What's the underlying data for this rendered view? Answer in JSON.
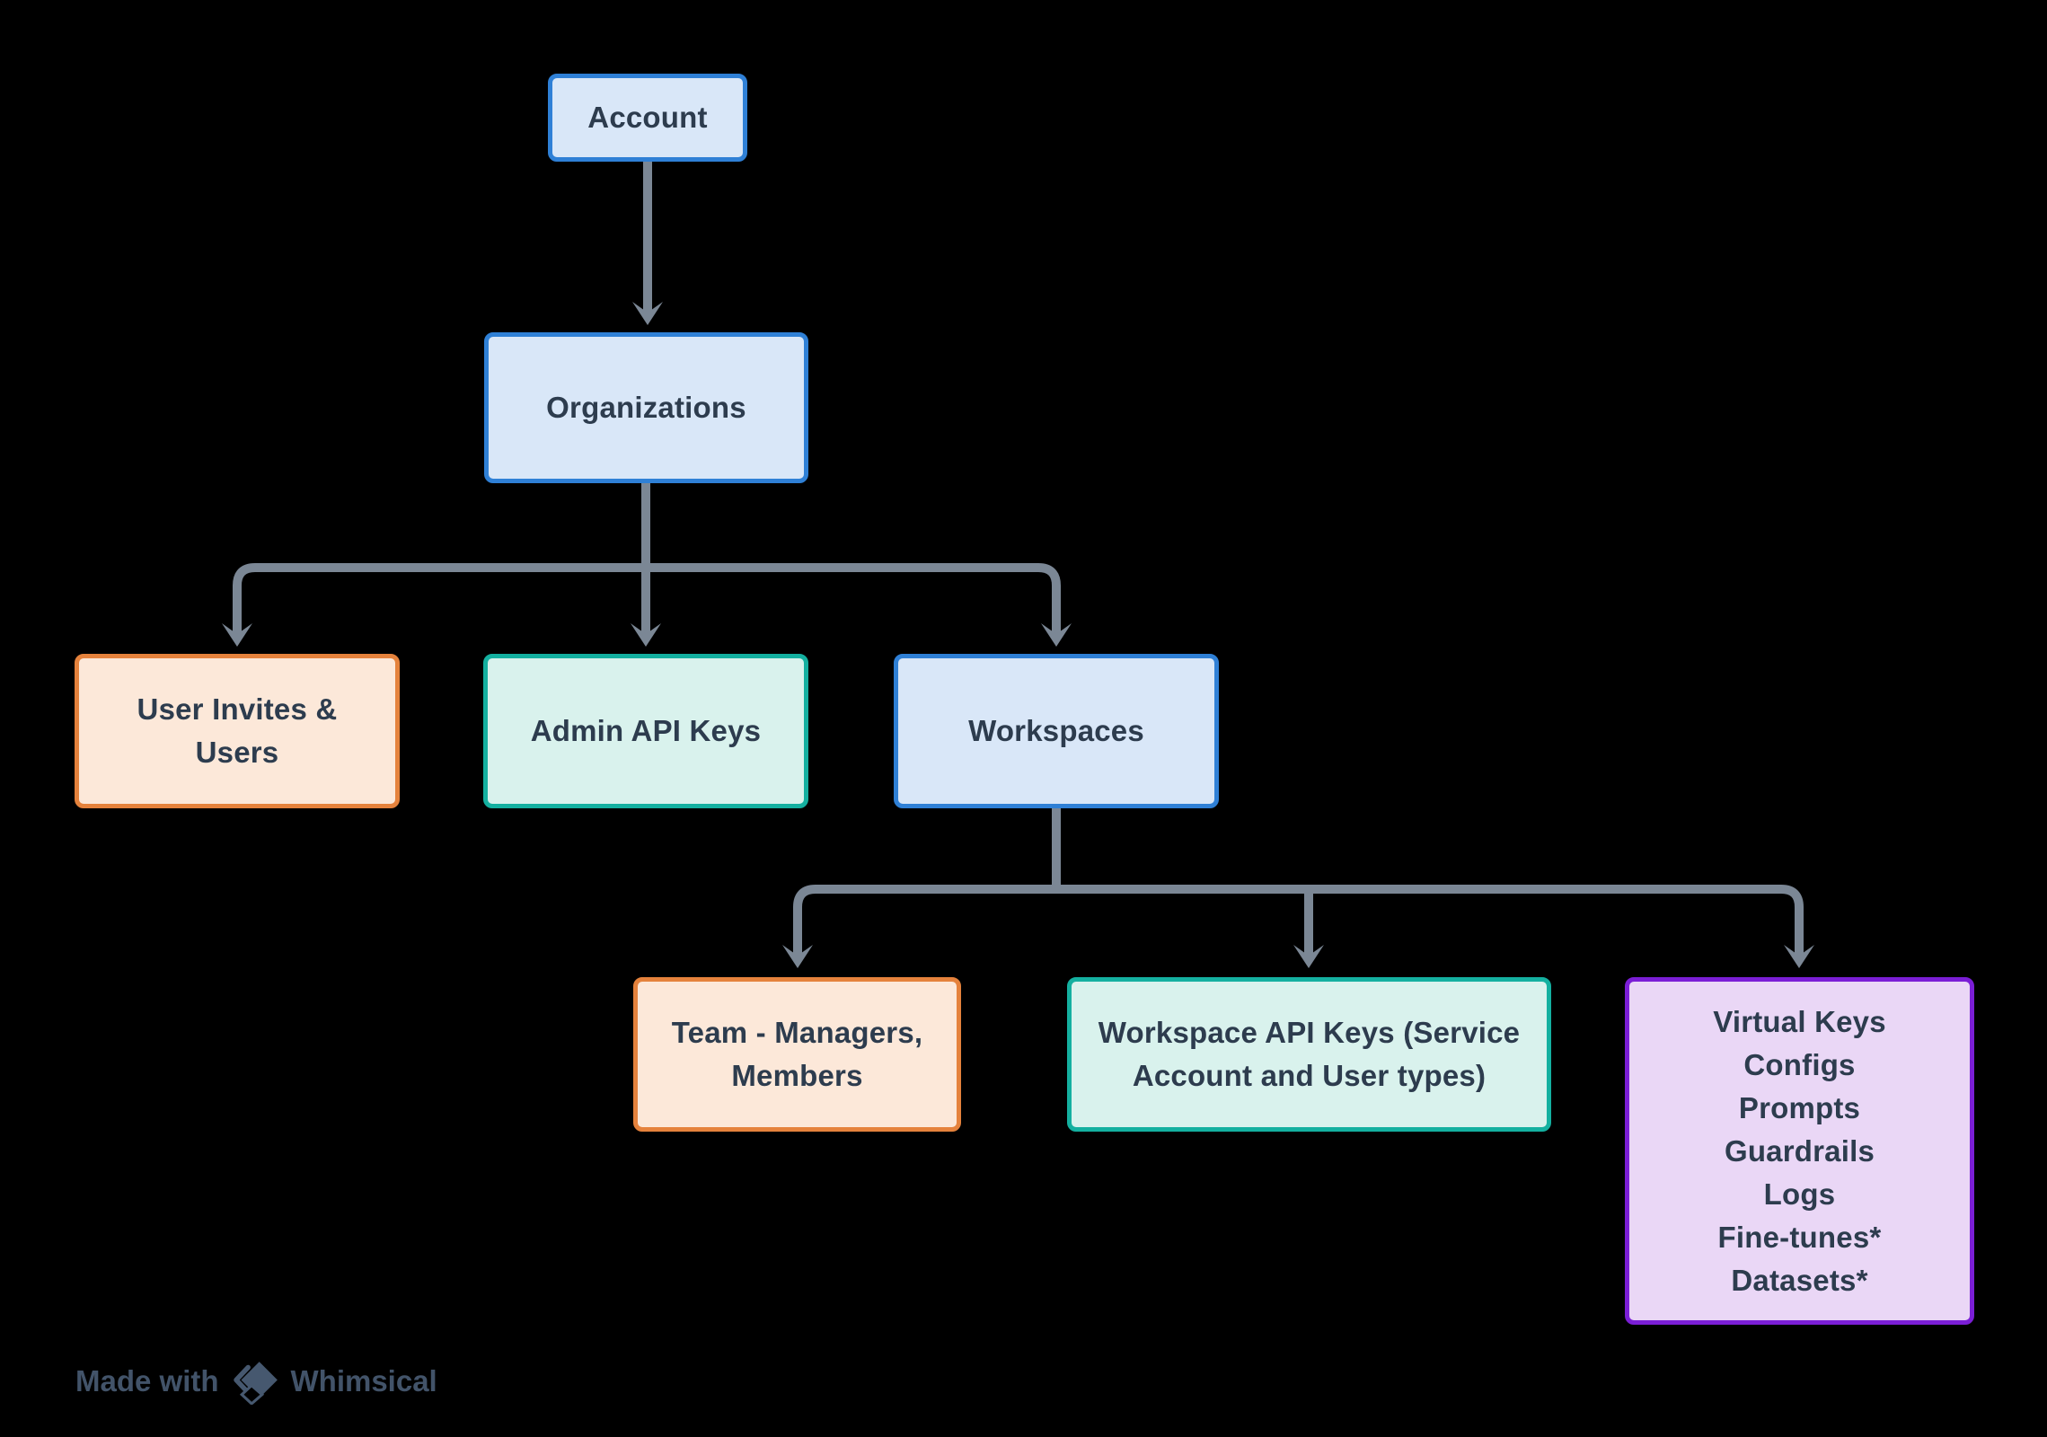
{
  "diagram": {
    "nodes": {
      "account": {
        "label": "Account"
      },
      "organizations": {
        "label": "Organizations"
      },
      "user_invites": {
        "lines": [
          "User Invites &",
          "Users"
        ]
      },
      "admin_api_keys": {
        "label": "Admin API Keys"
      },
      "workspaces": {
        "label": "Workspaces"
      },
      "team": {
        "lines": [
          "Team - Managers,",
          "Members"
        ]
      },
      "workspace_api_keys": {
        "lines": [
          "Workspace API Keys (Service",
          "Account and User types)"
        ]
      },
      "virtual_keys": {
        "lines": [
          "Virtual Keys",
          "Configs",
          "Prompts",
          "Guardrails",
          "Logs",
          "Fine-tunes*",
          "Datasets*"
        ]
      }
    },
    "colors": {
      "background": "#000000",
      "connector": "#7b8795",
      "node_text": "#2d3c4e",
      "blue_fill": "#d9e7f8",
      "blue_border": "#2f80d6",
      "orange_fill": "#fce8d9",
      "orange_border": "#e5823c",
      "teal_fill": "#d9f2ed",
      "teal_border": "#14b0a0",
      "purple_fill": "#ead7f6",
      "purple_border": "#7b1ed6",
      "watermark": "#46586f"
    },
    "watermark": {
      "prefix": "Made with",
      "brand": "Whimsical"
    }
  }
}
